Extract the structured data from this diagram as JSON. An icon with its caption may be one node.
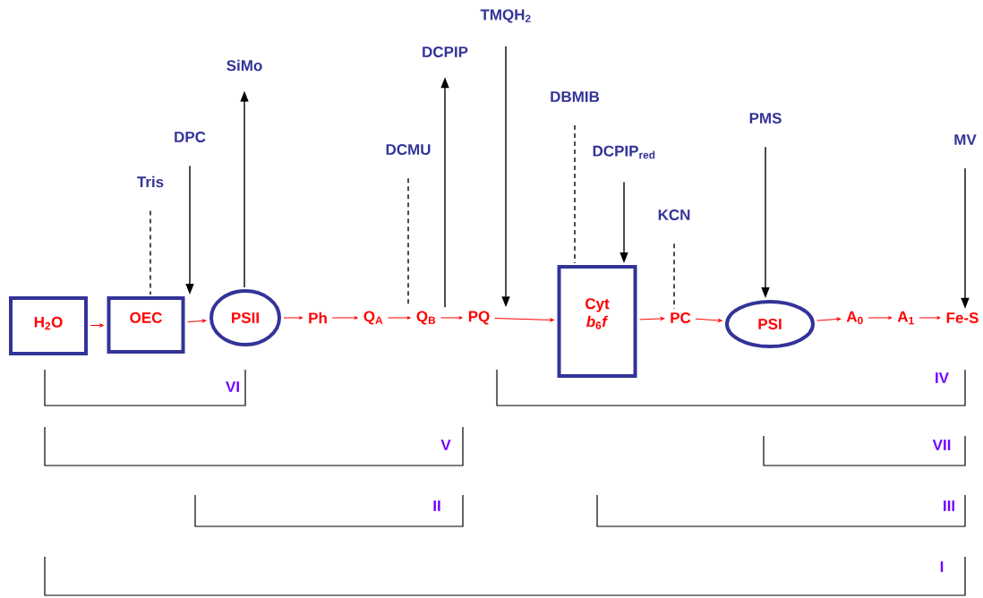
{
  "diagram": {
    "nodes": [
      {
        "text": [
          "H$_{2}$O"
        ]
      },
      {
        "text": [
          "OEC"
        ]
      },
      {
        "text": [
          "PSII"
        ]
      },
      {
        "text": [
          "Ph"
        ]
      },
      {
        "text": [
          "Q$_{A}$"
        ]
      },
      {
        "text": [
          "Q$_{B}$"
        ]
      },
      {
        "text": [
          "PQ"
        ]
      },
      {
        "text": [
          "Cyt *b*$_{6}$*f*"
        ]
      },
      {
        "text": [
          "PC"
        ]
      },
      {
        "text": [
          "PSI"
        ]
      },
      {
        "text": [
          "A$_{0}$"
        ]
      },
      {
        "text": [
          "A$_{1}$"
        ]
      },
      {
        "text": [
          "Fe-S"
        ]
      },
      {
        "text": [
          "Tris"
        ]
      },
      {
        "text": [
          "DPC"
        ]
      },
      {
        "text": [
          "SiMo"
        ]
      },
      {
        "text": [
          "DCMU"
        ]
      },
      {
        "text": [
          "DCPIP"
        ]
      },
      {
        "text": [
          "TMQH$_{2}$"
        ]
      },
      {
        "text": [
          "DBMIB"
        ]
      },
      {
        "text": [
          "DCPIP$_{red}$"
        ]
      },
      {
        "text": [
          "KCN"
        ]
      },
      {
        "text": [
          "PMS"
        ]
      },
      {
        "text": [
          "MV"
        ]
      }
    ],
    "edges": [
      {
        "from": 0,
        "to": 1,
        "arrow": "to"
      },
      {
        "from": 1,
        "to": 2,
        "arrow": "to"
      },
      {
        "from": 2,
        "to": 3,
        "arrow": "to"
      },
      {
        "from": 3,
        "to": 4,
        "arrow": "to"
      },
      {
        "from": 4,
        "to": 5,
        "arrow": "to"
      },
      {
        "from": 5,
        "to": 6,
        "arrow": "to"
      },
      {
        "from": 6,
        "to": 7,
        "arrow": "to"
      },
      {
        "from": 7,
        "to": 8,
        "arrow": "to"
      },
      {
        "from": 8,
        "to": 9,
        "arrow": "to"
      },
      {
        "from": 9,
        "to": 10,
        "arrow": "to"
      },
      {
        "from": 10,
        "to": 11,
        "arrow": "to"
      },
      {
        "from": 11,
        "to": 12,
        "arrow": "to"
      },
      {
        "from": 13,
        "to": 1,
        "arrow": "none",
        "style": "dashed",
        "color": "#000000"
      },
      {
        "from": 14,
        "to": 1,
        "arrow": "to",
        "color": "#000000"
      },
      {
        "from": 2,
        "to": 15,
        "arrow": "to",
        "color": "#000000"
      },
      {
        "from": 16,
        "to": 5,
        "arrow": "none",
        "style": "dashed",
        "color": "#000000"
      },
      {
        "from": 5,
        "to": 17,
        "arrow": "to",
        "color": "#000000"
      },
      {
        "from": 18,
        "to": 6,
        "arrow": "to",
        "color": "#000000"
      },
      {
        "from": 19,
        "to": 7,
        "arrow": "none",
        "style": "dashed",
        "color": "#000000"
      },
      {
        "from": 20,
        "to": 7,
        "arrow": "to",
        "color": "#000000"
      },
      {
        "from": 21,
        "to": 8,
        "arrow": "none",
        "style": "dashed",
        "color": "#000000"
      },
      {
        "from": 22,
        "to": 9,
        "arrow": "to",
        "color": "#000000"
      },
      {
        "from": 23,
        "to": 12,
        "arrow": "to",
        "color": "#000000"
      }
    ],
    "labels": [
      "VI",
      "IV",
      "V",
      "VII",
      "II",
      "III",
      "I"
    ]
  }
}
